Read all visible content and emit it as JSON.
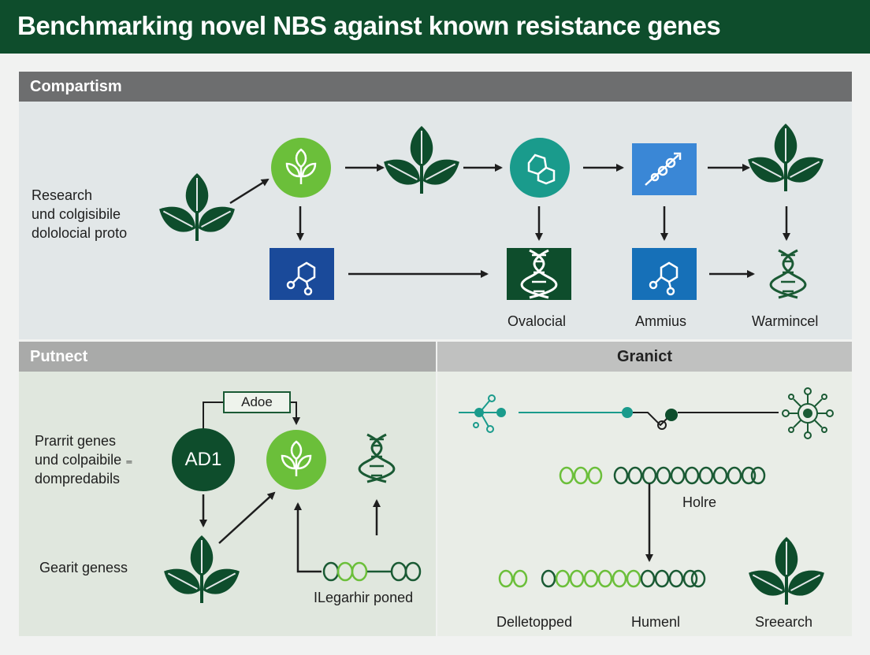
{
  "title": "Benchmarking novel NBS against known resistance genes",
  "top_panel": {
    "header": "Compartism",
    "left_text": [
      "Research",
      "und colgisibile",
      "dololocial proto"
    ],
    "labels": [
      "Ovalocial",
      "Ammius",
      "Warmincel"
    ]
  },
  "bottom_left": {
    "header": "Putnect",
    "text_block": [
      "Prarrit genes",
      "und colpaibile ₌",
      "dompredabils"
    ],
    "box_label": "Adoe",
    "circle_label": "AD1",
    "gene_label": "Gearit geness",
    "chain_label": "ILegarhir poned"
  },
  "bottom_right": {
    "header": "Granict",
    "mid_label": "Holre",
    "labels": [
      "Delletopped",
      "Humenl",
      "Sreearch"
    ]
  },
  "colors": {
    "header_bg": "#0e4d2c",
    "dark_green": "#0e4d2c",
    "light_green": "#6bbf3a",
    "teal": "#1a9b8c",
    "blue": "#3a87d6",
    "navy": "#1a4a9a"
  }
}
